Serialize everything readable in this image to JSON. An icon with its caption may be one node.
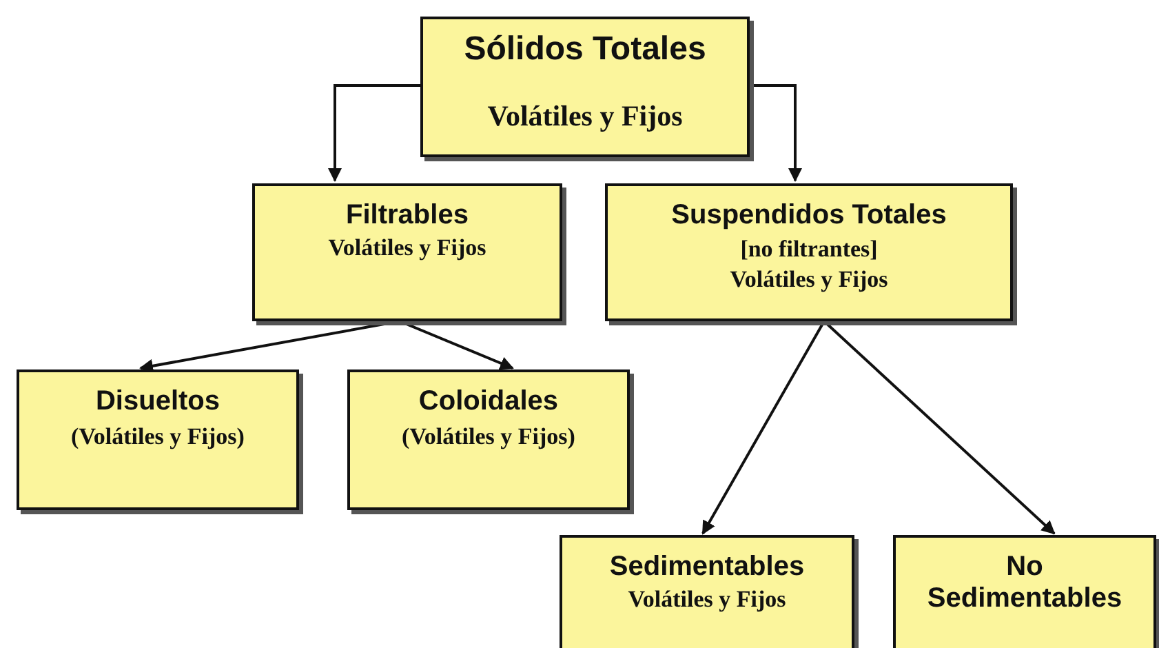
{
  "diagram": {
    "nodes": [
      {
        "text": [
          "Sólidos Totales",
          "Volátiles y Fijos"
        ]
      },
      {
        "text": [
          "Filtrables",
          "Volátiles y Fijos"
        ]
      },
      {
        "text": [
          "Suspendidos Totales",
          "[no filtrantes]",
          "Volátiles y Fijos"
        ]
      },
      {
        "text": [
          "Disueltos",
          "(Volátiles y Fijos)"
        ]
      },
      {
        "text": [
          "Coloidales",
          "(Volátiles y Fijos)"
        ]
      },
      {
        "text": [
          "Sedimentables",
          "Volátiles y Fijos"
        ]
      },
      {
        "text": [
          "No Sedimentables"
        ]
      }
    ],
    "edges": [
      {
        "from": 0,
        "to": 1,
        "arrow": "to"
      },
      {
        "from": 0,
        "to": 2,
        "arrow": "to"
      },
      {
        "from": 1,
        "to": 3,
        "arrow": "to"
      },
      {
        "from": 1,
        "to": 4,
        "arrow": "to"
      },
      {
        "from": 2,
        "to": 5,
        "arrow": "to"
      },
      {
        "from": 2,
        "to": 6,
        "arrow": "to"
      }
    ]
  }
}
